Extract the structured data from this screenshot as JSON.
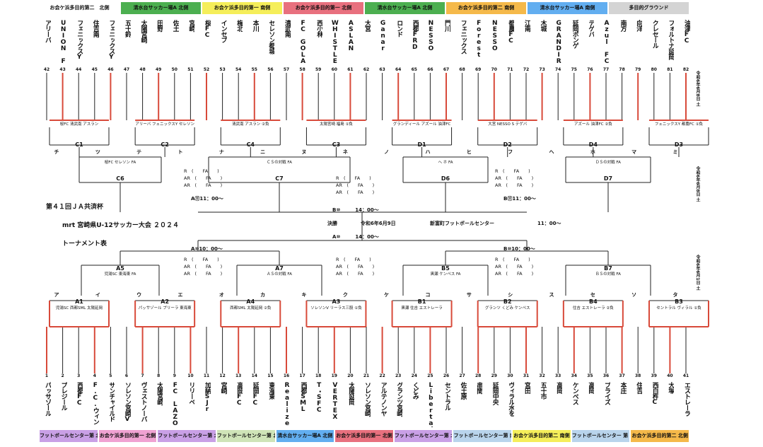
{
  "venues_top": [
    {
      "label": "お会ケ浜多目的第二　北側",
      "color": "#ffffff"
    },
    {
      "label": "清水台サッカー場A 北側",
      "color": "#4caf50"
    },
    {
      "label": "お会ケ浜多目的第一 南側",
      "color": "#f5ee5a"
    },
    {
      "label": "お会ケ浜多目的第一 北側",
      "color": "#e8707e"
    },
    {
      "label": "清水台サッカー場A 北側",
      "color": "#4caf50"
    },
    {
      "label": "お会ケ浜多目的第二 南側",
      "color": "#f5b94a"
    },
    {
      "label": "清水台サッカー場A 南側",
      "color": "#62aef0"
    },
    {
      "label": "多目的グラウンド",
      "color": "#d4d4d4"
    }
  ],
  "venues_bottom": [
    {
      "label": "フットボールセンター第 北側",
      "color": "#c9a0e6"
    },
    {
      "label": "お会ケ浜多目的第一 北側",
      "color": "#f0a2d2"
    },
    {
      "label": "フットボールセンター第 北側",
      "color": "#c9a0e6"
    },
    {
      "label": "フットボールセンター第 北側",
      "color": "#cfe4b8"
    },
    {
      "label": "清水台サッカー場A 北側",
      "color": "#62aef0"
    },
    {
      "label": "お会ケ浜多目的第一 北側",
      "color": "#e8707e"
    },
    {
      "label": "フットボールセンター第 北側",
      "color": "#c9a0e6"
    },
    {
      "label": "フットボールセンター第 南側",
      "color": "#b9d4ec"
    },
    {
      "label": "お会ケ浜多目的第二 南側",
      "color": "#f5ee5a"
    },
    {
      "label": "フットボールセンター 第 南側",
      "color": "#b9d4ec"
    },
    {
      "label": "お会ケ浜多目的第二 北側",
      "color": "#f5b94a"
    }
  ],
  "top_teams": [
    {
      "no": "42",
      "name": "アリーバ"
    },
    {
      "no": "43",
      "name": "UNION FC"
    },
    {
      "no": "44",
      "name": "フェニックスY"
    },
    {
      "no": "45",
      "name": "住吉南"
    },
    {
      "no": "46",
      "name": "フェニックスY"
    },
    {
      "no": "47",
      "name": "五十鈴"
    },
    {
      "no": "48",
      "name": "太陽宮崎"
    },
    {
      "no": "49",
      "name": "田野"
    },
    {
      "no": "50",
      "name": "佐土"
    },
    {
      "no": "51",
      "name": "宮崎"
    },
    {
      "no": "52",
      "name": "桜FC"
    },
    {
      "no": "53",
      "name": "インセプ"
    },
    {
      "no": "54",
      "name": "梅北"
    },
    {
      "no": "55",
      "name": "本川"
    },
    {
      "no": "56",
      "name": "セレソン都城"
    },
    {
      "no": "57",
      "name": "清武南"
    },
    {
      "no": "58",
      "name": "FC GOLAZO"
    },
    {
      "no": "59",
      "name": "西小林"
    },
    {
      "no": "60",
      "name": "WHISTLE"
    },
    {
      "no": "61",
      "name": "ASLAN"
    },
    {
      "no": "62",
      "name": "大宮"
    },
    {
      "no": "63",
      "name": "Ganar"
    },
    {
      "no": "64",
      "name": "ロンド"
    },
    {
      "no": "65",
      "name": "西都FRD"
    },
    {
      "no": "66",
      "name": "NESSO"
    },
    {
      "no": "67",
      "name": "門川"
    },
    {
      "no": "68",
      "name": "フェニックス"
    },
    {
      "no": "69",
      "name": "Forest"
    },
    {
      "no": "70",
      "name": "NESSO"
    },
    {
      "no": "71",
      "name": "都農FC"
    },
    {
      "no": "72",
      "name": "江南"
    },
    {
      "no": "73",
      "name": "木城"
    },
    {
      "no": "74",
      "name": "GRANDIR"
    },
    {
      "no": "75",
      "name": "延岡ボンゲ"
    },
    {
      "no": "76",
      "name": "テゲバ"
    },
    {
      "no": "77",
      "name": "Azul FC"
    },
    {
      "no": "78",
      "name": "南方"
    },
    {
      "no": "79",
      "name": "向洋"
    },
    {
      "no": "80",
      "name": "クレセール"
    },
    {
      "no": "81",
      "name": "フォルトナ延岡"
    },
    {
      "no": "82",
      "name": "油津FC"
    }
  ],
  "bottom_teams": [
    {
      "no": "1",
      "name": "パッサゾール"
    },
    {
      "no": "2",
      "name": "プレジール"
    },
    {
      "no": "3",
      "name": "西都FC"
    },
    {
      "no": "4",
      "name": "F.C.ウィン"
    },
    {
      "no": "5",
      "name": "サンチャイルド"
    },
    {
      "no": "6",
      "name": "ソレソン宮崎V"
    },
    {
      "no": "7",
      "name": "ヴェストノーバ"
    },
    {
      "no": "8",
      "name": "太陽宮崎"
    },
    {
      "no": "9",
      "name": "FC LAZO"
    },
    {
      "no": "10",
      "name": "リリーベ"
    },
    {
      "no": "11",
      "name": "加納SJr"
    },
    {
      "no": "12",
      "name": "宮崎"
    },
    {
      "no": "13",
      "name": "高岡FC"
    },
    {
      "no": "14",
      "name": "延岡FC"
    },
    {
      "no": "15",
      "name": "東海東"
    },
    {
      "no": "16",
      "name": "Realize"
    },
    {
      "no": "17",
      "name": "西都SML"
    },
    {
      "no": "18",
      "name": "T・SFC"
    },
    {
      "no": "19",
      "name": "VERTEX"
    },
    {
      "no": "20",
      "name": "太陽延岡"
    },
    {
      "no": "21",
      "name": "ソレソン宮崎"
    },
    {
      "no": "22",
      "name": "アルテノンヤ"
    },
    {
      "no": "23",
      "name": "グランツ宮崎"
    },
    {
      "no": "24",
      "name": "くどみ"
    },
    {
      "no": "25",
      "name": "Libertad"
    },
    {
      "no": "26",
      "name": "セントラル"
    },
    {
      "no": "27",
      "name": "佐土原"
    },
    {
      "no": "28",
      "name": "串間"
    },
    {
      "no": "29",
      "name": "延岡中央"
    },
    {
      "no": "30",
      "name": "ヴィラル水を"
    },
    {
      "no": "31",
      "name": "宮田"
    },
    {
      "no": "32",
      "name": "五十市"
    },
    {
      "no": "33",
      "name": "高岡"
    },
    {
      "no": "34",
      "name": "ケンペス"
    },
    {
      "no": "35",
      "name": "高岡"
    },
    {
      "no": "36",
      "name": "プライズ"
    },
    {
      "no": "37",
      "name": "本庄"
    },
    {
      "no": "38",
      "name": "住吉"
    },
    {
      "no": "39",
      "name": "西白杵C"
    },
    {
      "no": "40",
      "name": "大塚"
    },
    {
      "no": "41",
      "name": "エストレーラ"
    }
  ],
  "titles": {
    "cup": "第４１回ＪＡ共済杯",
    "tournament": "mrt 宮崎県U-12サッカー大会 ２０２４",
    "bracket": "トーナメント表",
    "final": "決勝",
    "date": "令和6年6月9日",
    "venue": "新富町フットボールセンター",
    "final_time": "11：00～",
    "a_top": "A⑪11：00～",
    "b_top": "B⑪11：00～",
    "a_mid": "A⑩10：00～",
    "b_mid": "B⑩10：00～",
    "sf_top": "B⑩　　　14：00～",
    "sf_bot": "A⑩　　　14：00～"
  },
  "top_rounds": [
    {
      "id": "C1",
      "info": "桜FC\n清武南\nアスラン"
    },
    {
      "id": "C2",
      "info": "アリーバ\nフェニックスY\nセレソン"
    },
    {
      "id": "C4",
      "info": "清武南\nアスラン\n②負"
    },
    {
      "id": "C3",
      "info": "太陽宮崎\n福島\n①負"
    },
    {
      "id": "D1",
      "info": "グランディール\nアズール\n油津FC"
    },
    {
      "id": "D2",
      "info": "大宮\nNESSO S\nテゲバ"
    },
    {
      "id": "D4",
      "info": "アズール\n油津FC\n②負"
    },
    {
      "id": "D3",
      "info": "フェニックスY\n都農FC\n①負"
    }
  ],
  "top_qf": [
    {
      "id": "C6",
      "info": "桜FC\nセレソン\nFA"
    },
    {
      "id": "C7",
      "info": "ＣＳの対戦\nFA"
    },
    {
      "id": "D6",
      "info": "ヘ\nホ\nFA"
    },
    {
      "id": "D7",
      "info": "ＤＳの対戦\nFA"
    }
  ],
  "bottom_rounds": [
    {
      "id": "A1",
      "info": "児湯SC\n西都SML\n太陽延岡"
    },
    {
      "id": "A2",
      "info": "パッサゾール\nプリーラ\n東海東"
    },
    {
      "id": "A4",
      "info": "西都SML\n太陽延岡\n②負"
    },
    {
      "id": "A3",
      "info": "ソレソンV\nリーラス三股\n①負"
    },
    {
      "id": "B1",
      "info": "黒瀬\n住吉\nエストレーラ"
    },
    {
      "id": "B2",
      "info": "グランツ\nくどみ\nケンペス"
    },
    {
      "id": "B4",
      "info": "住吉\nエストレーラ\n②負"
    },
    {
      "id": "B3",
      "info": "セントラル\nヴィラル\n①負"
    }
  ],
  "bottom_qf": [
    {
      "id": "A5",
      "info": "児湯SC\n東海東\nFA"
    },
    {
      "id": "A7",
      "info": "ＡＳの対戦\nFA"
    },
    {
      "id": "B5",
      "info": "黒瀬\nケンペス\nFA"
    },
    {
      "id": "B7",
      "info": "ＢＳの対戦\nFA"
    }
  ],
  "refs": {
    "line1": "R　(　　FA　　)",
    "line2": "AR　(　　FA　　)",
    "line3": "AR　(　　FA　　)"
  },
  "kana_top": [
    "チ",
    "ツ",
    "テ",
    "ト",
    "ナ",
    "ニ",
    "ヌ",
    "ネ",
    "ノ",
    "ハ",
    "ヒ",
    "フ",
    "ヘ",
    "ホ",
    "マ",
    "ミ"
  ],
  "kana_bottom": [
    "ア",
    "イ",
    "ウ",
    "エ",
    "オ",
    "カ",
    "キ",
    "ク",
    "ケ",
    "コ",
    "サ",
    "シ",
    "ス",
    "セ",
    "ソ",
    "タ"
  ],
  "side_notes": [
    "令和6年6月8日 土",
    "令和6年6月8日 土",
    "令和6年6月1日 土"
  ]
}
